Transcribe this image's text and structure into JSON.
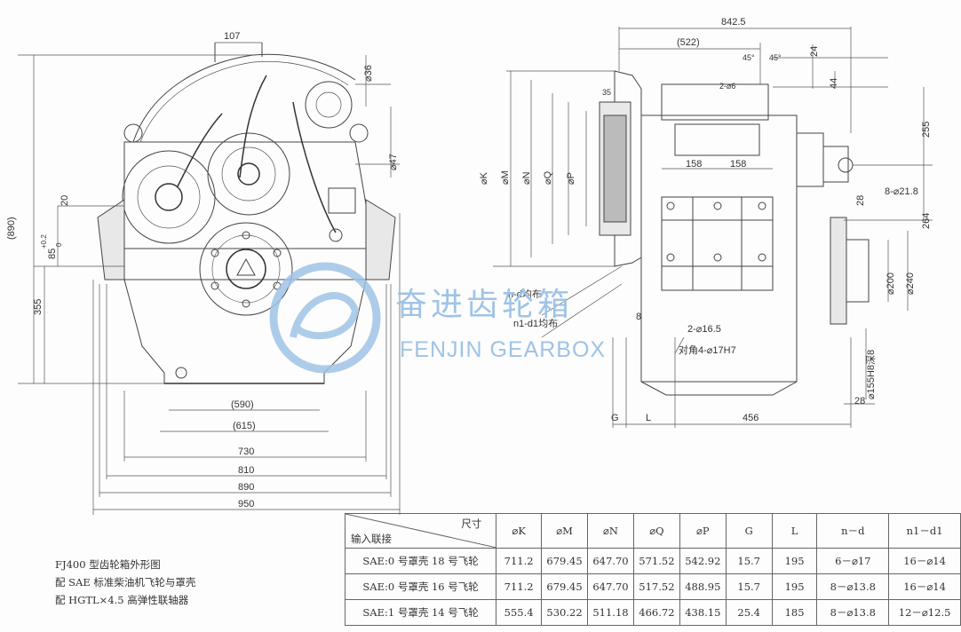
{
  "watermark": {
    "brand_cn": "奋进齿轮箱",
    "brand_en": "FENJIN GEARBOX"
  },
  "front_view": {
    "dim_top_width": "107",
    "dim_shaft_dia": "⌀36",
    "dim_flange_dia": "⌀47",
    "dim_overall_height": "(890)",
    "dim_offset": "20",
    "dim_shaft_center": "85",
    "dim_shaft_center_tol_upper": "+0.2",
    "dim_shaft_center_tol_lower": "0",
    "dim_lower_height": "355",
    "dim_widths": [
      "(590)",
      "(615)",
      "730",
      "810",
      "890",
      "950"
    ]
  },
  "side_view": {
    "dim_overall_length": "842.5",
    "dim_length_ref": "(522)",
    "dim_angle_1": "45°",
    "dim_angle_2": "45°",
    "dim_hole_small": "2-⌀6",
    "dim_24": "24",
    "dim_44": "44",
    "dim_255": "255",
    "dim_35": "35",
    "dim_158_a": "158",
    "dim_158_b": "158",
    "dim_28_top": "28",
    "dim_holes_8": "8-⌀21.8",
    "dim_264": "264",
    "dim_dia_200": "⌀200",
    "dim_dia_240": "⌀240",
    "dim_holes_2": "2-⌀16.5",
    "dim_diag_holes": "对角4-⌀17H7",
    "dim_bore": "⌀155H8深8",
    "dim_28_bottom": "28",
    "dim_8": "8",
    "dim_G": "G",
    "dim_L": "L",
    "dim_456": "456",
    "label_K": "⌀K",
    "label_M": "⌀M",
    "label_N": "⌀N",
    "label_Q": "⌀Q",
    "label_P": "⌀P",
    "callout_nd": "n-d均布",
    "callout_n1d1": "n1-d1均布"
  },
  "caption": {
    "line1": "FJ400 型齿轮箱外形图",
    "line2": "配 SAE 标准柴油机飞轮与罩壳",
    "line3": "配 HGTL×4.5 高弹性联轴器"
  },
  "table": {
    "header_diag_top": "尺寸",
    "header_diag_bottom": "输入联接",
    "columns": [
      "⌀K",
      "⌀M",
      "⌀N",
      "⌀Q",
      "⌀P",
      "G",
      "L",
      "n－d",
      "n1－d1"
    ],
    "rows": [
      {
        "label": "SAE:0 号罩壳 18 号飞轮",
        "values": [
          "711.2",
          "679.45",
          "647.70",
          "571.52",
          "542.92",
          "15.7",
          "195",
          "6－⌀17",
          "16－⌀14"
        ]
      },
      {
        "label": "SAE:0 号罩壳 16 号飞轮",
        "values": [
          "711.2",
          "679.45",
          "647.70",
          "517.52",
          "488.95",
          "15.7",
          "195",
          "8－⌀13.8",
          "16－⌀14"
        ]
      },
      {
        "label": "SAE:1 号罩壳 14 号飞轮",
        "values": [
          "555.4",
          "530.22",
          "511.18",
          "466.72",
          "438.15",
          "25.4",
          "185",
          "8－⌀13.8",
          "12－⌀12.5"
        ]
      }
    ]
  }
}
